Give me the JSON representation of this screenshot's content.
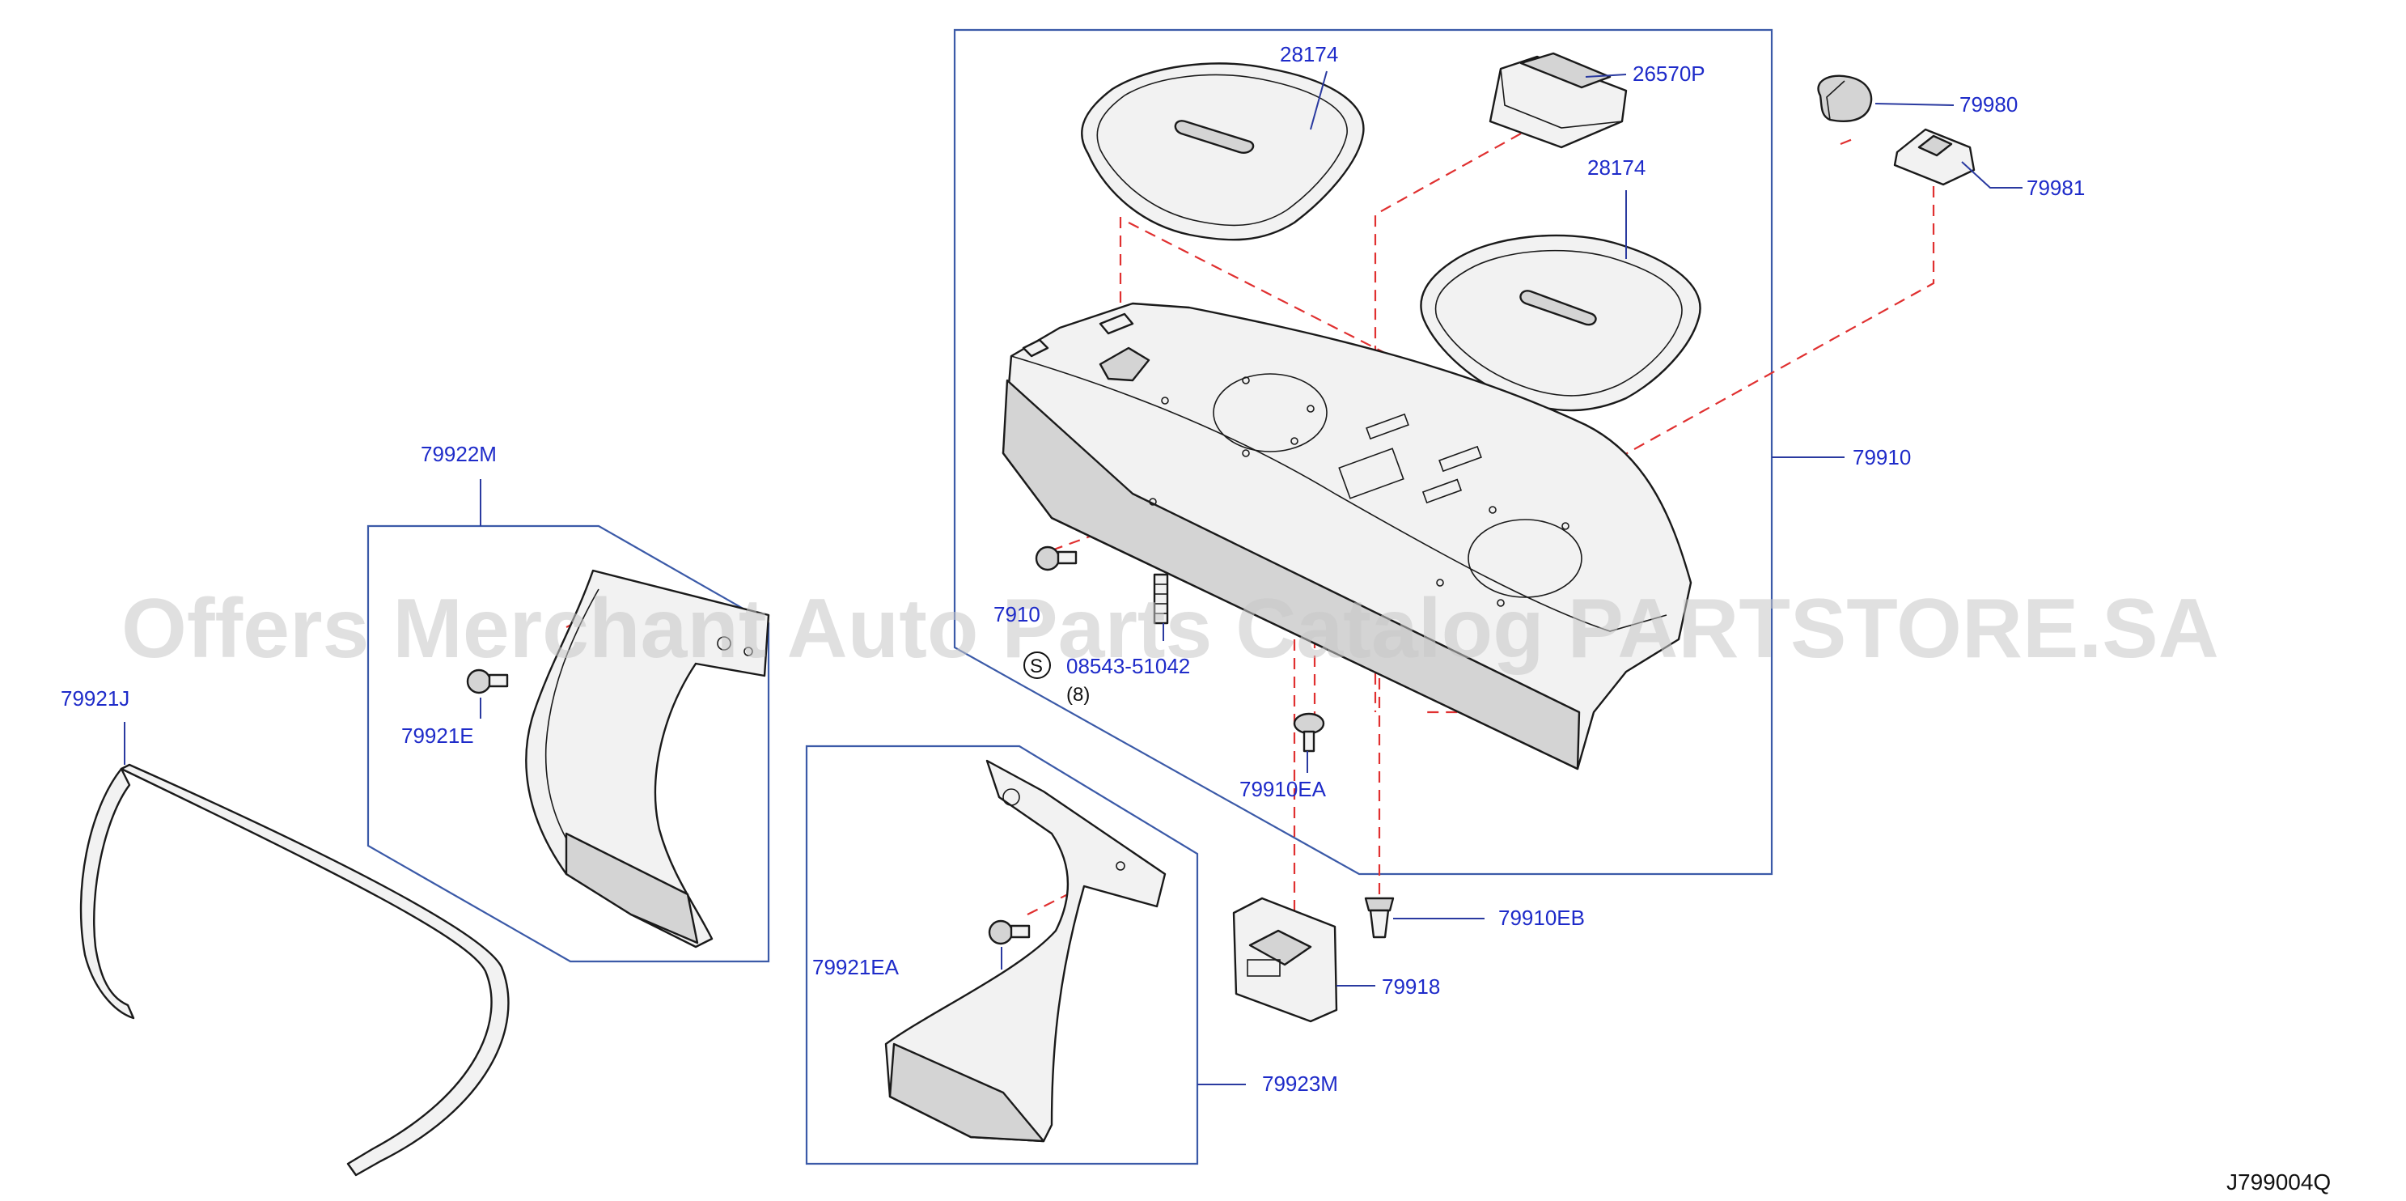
{
  "diagram": {
    "code": "J799004Q",
    "watermark": "Offers Merchant Auto Parts Catalog PARTSTORE.SA",
    "colors": {
      "label": "#1e2bc9",
      "frame": "#3b5aa8",
      "dash": "#e03030",
      "outline": "#1a1a1a"
    },
    "parts": {
      "p28174_a": "28174",
      "p26570P": "26570P",
      "p79980": "79980",
      "p79981": "79981",
      "p28174_b": "28174",
      "p79910": "79910",
      "p79910_partial": "7910",
      "p08543": "08543-51042",
      "p08543_qty": "(8)",
      "p08543_symbol": "S",
      "p79910EA": "79910EA",
      "p79910EB": "79910EB",
      "p79918": "79918",
      "p79922M": "79922M",
      "p79921E": "79921E",
      "p79921J": "79921J",
      "p79921EA": "79921EA",
      "p79923M": "79923M"
    }
  }
}
